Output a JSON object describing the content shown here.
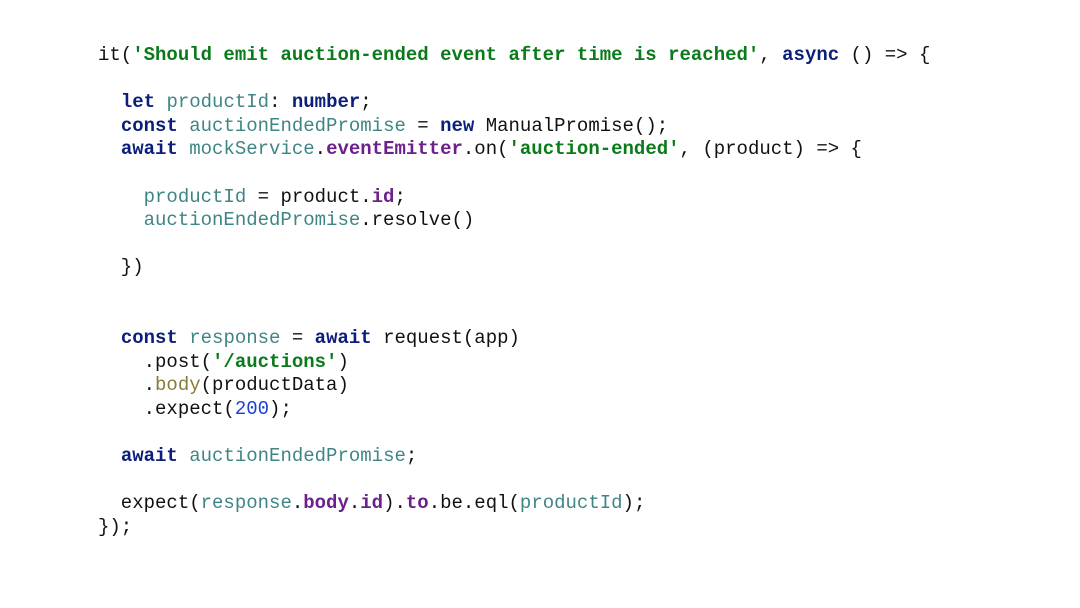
{
  "code": {
    "lines": [
      [
        {
          "t": "it(",
          "k": "plain"
        },
        {
          "t": "'Should emit auction-ended event after time is reached'",
          "k": "str"
        },
        {
          "t": ", ",
          "k": "plain"
        },
        {
          "t": "async",
          "k": "kw"
        },
        {
          "t": " () => {",
          "k": "plain"
        }
      ],
      [],
      [
        {
          "t": "  ",
          "k": "plain"
        },
        {
          "t": "let",
          "k": "kw"
        },
        {
          "t": " ",
          "k": "plain"
        },
        {
          "t": "productId",
          "k": "var"
        },
        {
          "t": ": ",
          "k": "plain"
        },
        {
          "t": "number",
          "k": "kw"
        },
        {
          "t": ";",
          "k": "plain"
        }
      ],
      [
        {
          "t": "  ",
          "k": "plain"
        },
        {
          "t": "const",
          "k": "kw"
        },
        {
          "t": " ",
          "k": "plain"
        },
        {
          "t": "auctionEndedPromise",
          "k": "var"
        },
        {
          "t": " = ",
          "k": "plain"
        },
        {
          "t": "new",
          "k": "kw"
        },
        {
          "t": " ManualPromise();",
          "k": "plain"
        }
      ],
      [
        {
          "t": "  ",
          "k": "plain"
        },
        {
          "t": "await",
          "k": "kw"
        },
        {
          "t": " ",
          "k": "plain"
        },
        {
          "t": "mockService",
          "k": "var"
        },
        {
          "t": ".",
          "k": "plain"
        },
        {
          "t": "eventEmitter",
          "k": "prop"
        },
        {
          "t": ".on(",
          "k": "plain"
        },
        {
          "t": "'auction-ended'",
          "k": "str"
        },
        {
          "t": ", (product) => {",
          "k": "plain"
        }
      ],
      [],
      [
        {
          "t": "    ",
          "k": "plain"
        },
        {
          "t": "productId",
          "k": "var"
        },
        {
          "t": " = product.",
          "k": "plain"
        },
        {
          "t": "id",
          "k": "prop"
        },
        {
          "t": ";",
          "k": "plain"
        }
      ],
      [
        {
          "t": "    ",
          "k": "plain"
        },
        {
          "t": "auctionEndedPromise",
          "k": "var"
        },
        {
          "t": ".resolve()",
          "k": "plain"
        }
      ],
      [],
      [
        {
          "t": "  })",
          "k": "plain"
        }
      ],
      [],
      [],
      [
        {
          "t": "  ",
          "k": "plain"
        },
        {
          "t": "const",
          "k": "kw"
        },
        {
          "t": " ",
          "k": "plain"
        },
        {
          "t": "response",
          "k": "var"
        },
        {
          "t": " = ",
          "k": "plain"
        },
        {
          "t": "await",
          "k": "kw"
        },
        {
          "t": " request(app)",
          "k": "plain"
        }
      ],
      [
        {
          "t": "    .post(",
          "k": "plain"
        },
        {
          "t": "'/auctions'",
          "k": "str"
        },
        {
          "t": ")",
          "k": "plain"
        }
      ],
      [
        {
          "t": "    .",
          "k": "plain"
        },
        {
          "t": "body",
          "k": "fn"
        },
        {
          "t": "(productData)",
          "k": "plain"
        }
      ],
      [
        {
          "t": "    .expect(",
          "k": "plain"
        },
        {
          "t": "200",
          "k": "num"
        },
        {
          "t": ");",
          "k": "plain"
        }
      ],
      [],
      [
        {
          "t": "  ",
          "k": "plain"
        },
        {
          "t": "await",
          "k": "kw"
        },
        {
          "t": " ",
          "k": "plain"
        },
        {
          "t": "auctionEndedPromise",
          "k": "var"
        },
        {
          "t": ";",
          "k": "plain"
        }
      ],
      [],
      [
        {
          "t": "  expect(",
          "k": "plain"
        },
        {
          "t": "response",
          "k": "var"
        },
        {
          "t": ".",
          "k": "plain"
        },
        {
          "t": "body",
          "k": "prop"
        },
        {
          "t": ".",
          "k": "plain"
        },
        {
          "t": "id",
          "k": "prop"
        },
        {
          "t": ").",
          "k": "plain"
        },
        {
          "t": "to",
          "k": "prop"
        },
        {
          "t": ".be.eql(",
          "k": "plain"
        },
        {
          "t": "productId",
          "k": "var"
        },
        {
          "t": ");",
          "k": "plain"
        }
      ],
      [
        {
          "t": "});",
          "k": "plain"
        }
      ]
    ]
  }
}
